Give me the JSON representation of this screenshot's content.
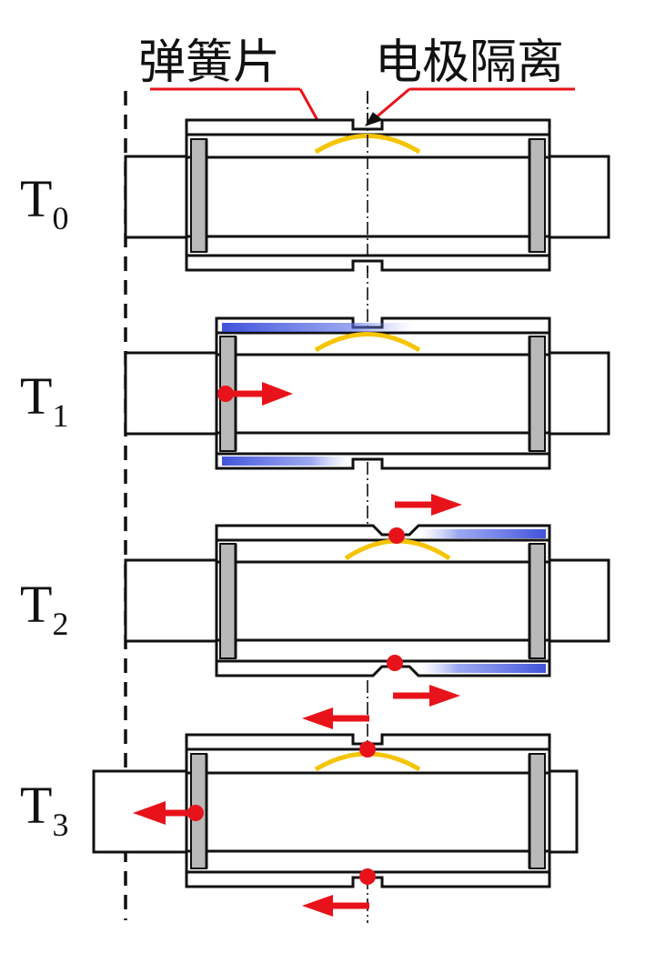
{
  "labels": {
    "spring": "弹簧片",
    "electrode_isolation": "电极隔离"
  },
  "stages": [
    {
      "id": "T0",
      "letter": "T",
      "subscript": "0"
    },
    {
      "id": "T1",
      "letter": "T",
      "subscript": "1"
    },
    {
      "id": "T2",
      "letter": "T",
      "subscript": "2"
    },
    {
      "id": "T3",
      "letter": "T",
      "subscript": "3"
    }
  ],
  "colors": {
    "outline": "#111111",
    "electrode": "#b9b9b9",
    "spring": "#f5c400",
    "arrow": "#e8131a",
    "discharge_blue": "#2b3fd6",
    "callout_line": "#e8131a"
  }
}
